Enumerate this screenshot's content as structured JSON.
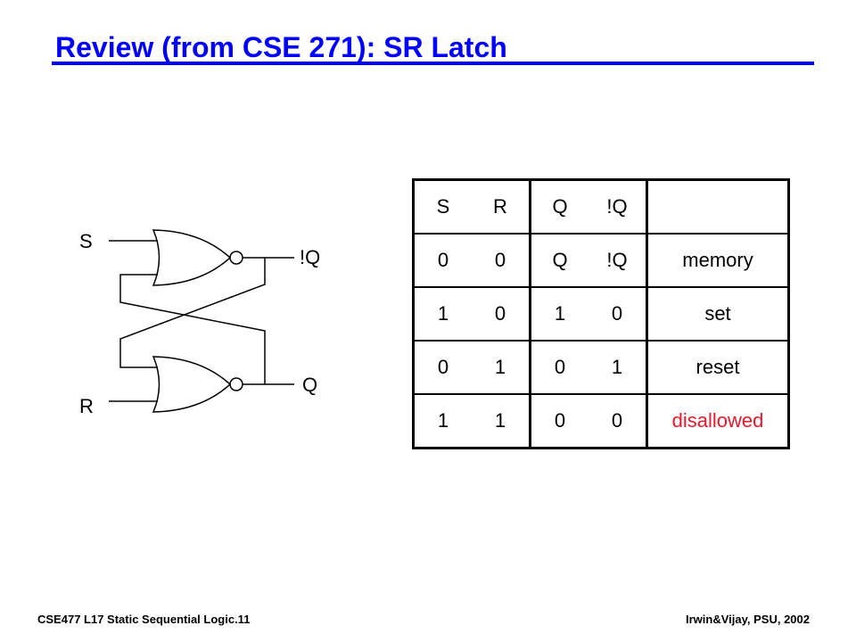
{
  "title": "Review (from CSE 271):  SR Latch",
  "colors": {
    "title": "#0000ff",
    "disallowed": "#e8192c"
  },
  "circuit": {
    "gate_type": "NOR",
    "input_labels": {
      "s": "S",
      "r": "R"
    },
    "output_labels": {
      "q_bar": "!Q",
      "q": "Q"
    }
  },
  "truth_table": {
    "header": [
      "S",
      "R",
      "Q",
      "!Q",
      ""
    ],
    "rows": [
      [
        "0",
        "0",
        "Q",
        "!Q",
        "memory"
      ],
      [
        "1",
        "0",
        "1",
        "0",
        "set"
      ],
      [
        "0",
        "1",
        "0",
        "1",
        "reset"
      ],
      [
        "1",
        "1",
        "0",
        "0",
        "disallowed"
      ]
    ]
  },
  "footer": {
    "left": "CSE477  L17 Static Sequential Logic.11",
    "right": "Irwin&Vijay, PSU, 2002"
  }
}
